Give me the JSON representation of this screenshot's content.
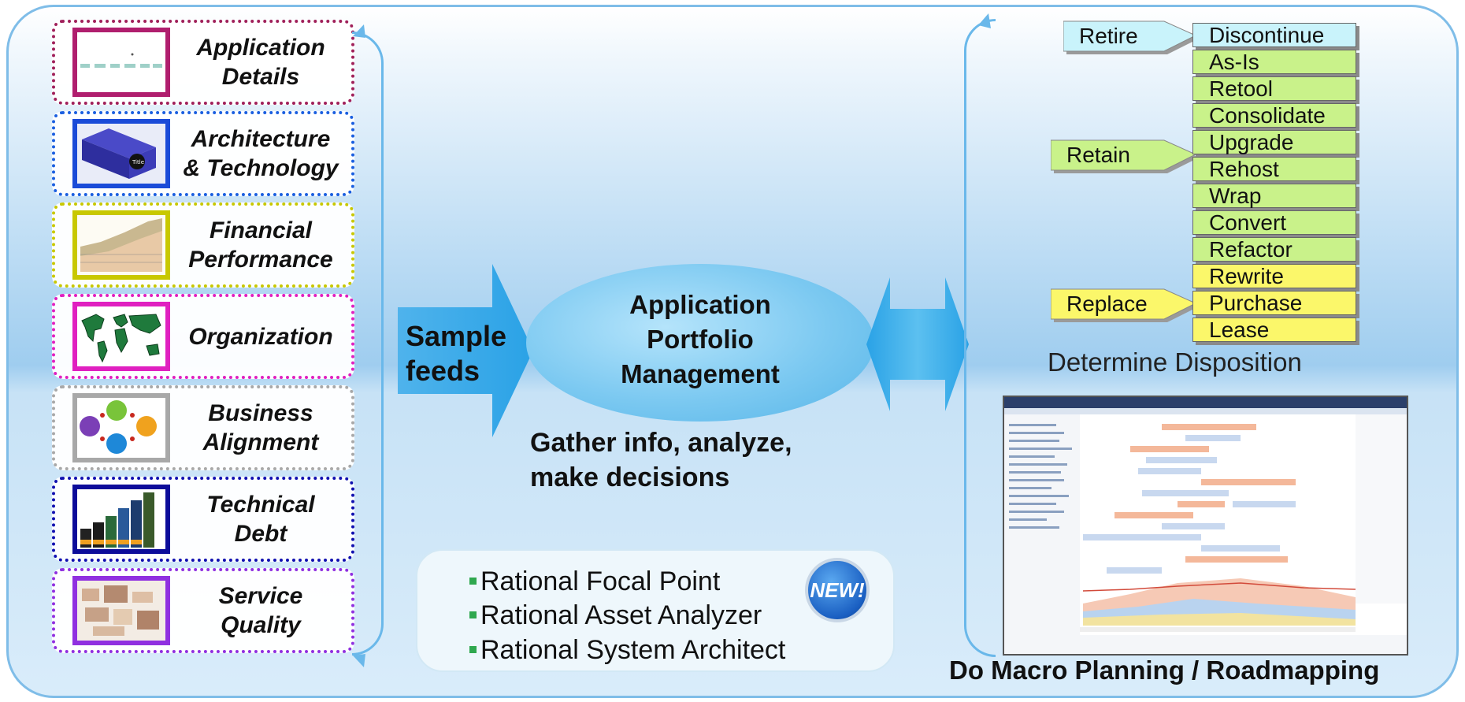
{
  "categories": [
    {
      "label": "Application\nDetails",
      "border_color": "#a0205a",
      "icon": "network-diagram-icon"
    },
    {
      "label": "Architecture\n& Technology",
      "border_color": "#1a5fe0",
      "icon": "architecture-blocks-icon"
    },
    {
      "label": "Financial\nPerformance",
      "border_color": "#c8c800",
      "icon": "financial-chart-icon"
    },
    {
      "label": "Organization",
      "border_color": "#e020c0",
      "icon": "world-map-icon"
    },
    {
      "label": "Business\nAlignment",
      "border_color": "#a8a8a8",
      "icon": "alignment-circles-icon"
    },
    {
      "label": "Technical\nDebt",
      "border_color": "#1010b0",
      "icon": "bar-buildings-icon"
    },
    {
      "label": "Service\nQuality",
      "border_color": "#9030e0",
      "icon": "quality-heatmap-icon"
    }
  ],
  "feeds": {
    "label": "Sample\nfeeds"
  },
  "center": {
    "label": "Application\nPortfolio\nManagement",
    "caption": "Gather info, analyze,\nmake decisions"
  },
  "tools": {
    "items": [
      "Rational Focal Point",
      "Rational Asset Analyzer",
      "Rational System Architect"
    ],
    "badge": "NEW!"
  },
  "disposition": {
    "heading": "Determine Disposition",
    "tags": [
      {
        "label": "Retire",
        "color": "#c9f3fb"
      },
      {
        "label": "Retain",
        "color": "#c9f28a"
      },
      {
        "label": "Replace",
        "color": "#fbf76a"
      }
    ],
    "options": [
      {
        "label": "Discontinue",
        "color": "#c9f3fb"
      },
      {
        "label": "As-Is",
        "color": "#c9f28a"
      },
      {
        "label": "Retool",
        "color": "#c9f28a"
      },
      {
        "label": "Consolidate",
        "color": "#c9f28a"
      },
      {
        "label": "Upgrade",
        "color": "#c9f28a"
      },
      {
        "label": "Rehost",
        "color": "#c9f28a"
      },
      {
        "label": "Wrap",
        "color": "#c9f28a"
      },
      {
        "label": "Convert",
        "color": "#c9f28a"
      },
      {
        "label": "Refactor",
        "color": "#c9f28a"
      },
      {
        "label": "Rewrite",
        "color": "#fbf76a"
      },
      {
        "label": "Purchase",
        "color": "#fbf76a"
      },
      {
        "label": "Lease",
        "color": "#fbf76a"
      }
    ]
  },
  "planning": {
    "heading": "Do Macro Planning / Roadmapping",
    "screenshot_icon": "roadmap-gantt-screenshot-icon"
  }
}
